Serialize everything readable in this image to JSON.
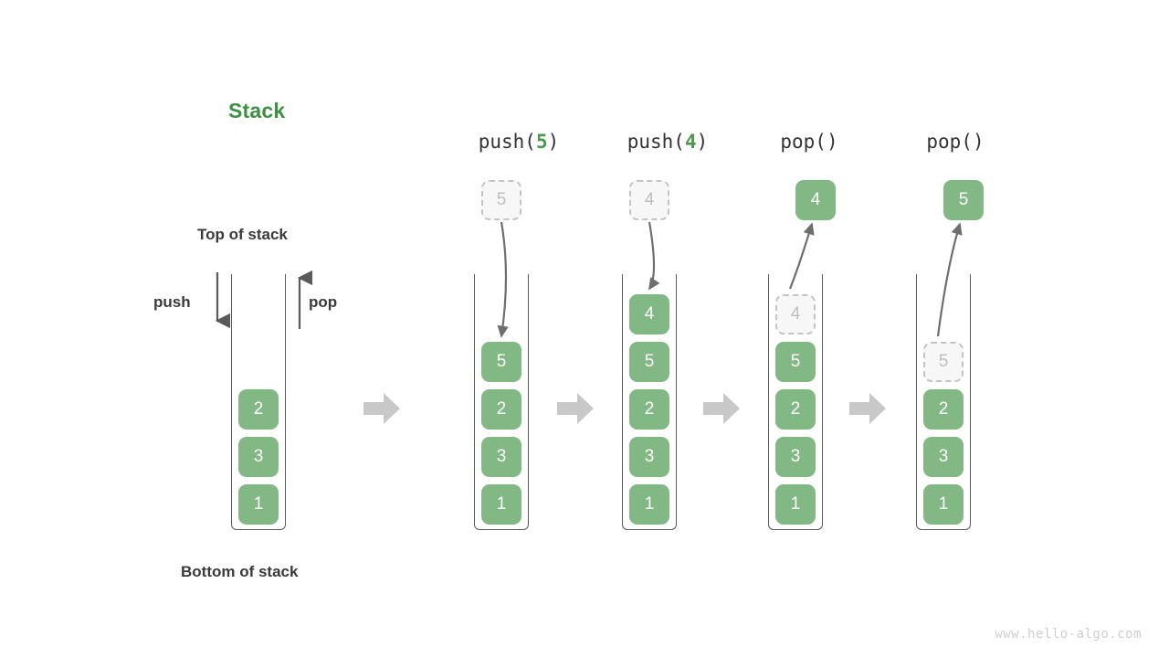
{
  "diagram": {
    "title": "Stack",
    "title_color": "#3f9142",
    "top_label": "Top of stack",
    "bottom_label": "Bottom of stack",
    "push_label": "push",
    "pop_label": "pop",
    "watermark": "www.hello-algo.com",
    "element_color": "#82b883",
    "ghost_color": "#f7f7f7",
    "separator_color": "#c8c8c8",
    "arrow_color": "#6e6e6e"
  },
  "initial_stack": {
    "elements": [
      "2",
      "3",
      "1"
    ],
    "note": "top to bottom"
  },
  "stages": [
    {
      "id": "push-5",
      "op_prefix": "push(",
      "op_arg": "5",
      "op_suffix": ")",
      "floating": {
        "value": "5",
        "style": "ghost"
      },
      "arrow": "down",
      "stack": [
        "5",
        "2",
        "3",
        "1"
      ],
      "ghost_in_stack": null
    },
    {
      "id": "push-4",
      "op_prefix": "push(",
      "op_arg": "4",
      "op_suffix": ")",
      "floating": {
        "value": "4",
        "style": "ghost"
      },
      "arrow": "down",
      "stack": [
        "4",
        "5",
        "2",
        "3",
        "1"
      ],
      "ghost_in_stack": null
    },
    {
      "id": "pop-1",
      "op_prefix": "pop(",
      "op_arg": "",
      "op_suffix": ")",
      "floating": {
        "value": "4",
        "style": "solid"
      },
      "arrow": "up",
      "stack": [
        "4",
        "5",
        "2",
        "3",
        "1"
      ],
      "ghost_in_stack": "4"
    },
    {
      "id": "pop-2",
      "op_prefix": "pop(",
      "op_arg": "",
      "op_suffix": ")",
      "floating": {
        "value": "5",
        "style": "solid"
      },
      "arrow": "up",
      "stack": [
        "5",
        "2",
        "3",
        "1"
      ],
      "ghost_in_stack": "5"
    }
  ]
}
